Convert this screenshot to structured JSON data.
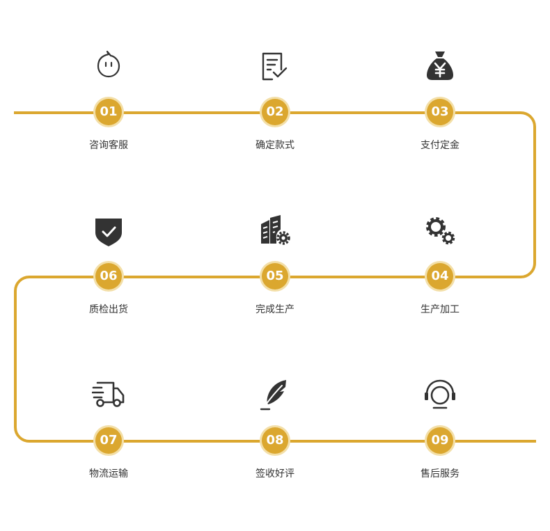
{
  "accent_color": "#dba72f",
  "icon_color": "#333333",
  "steps": [
    {
      "num": "01",
      "label": "咨询客服",
      "icon": "chat-bubble-icon"
    },
    {
      "num": "02",
      "label": "确定款式",
      "icon": "checklist-document-icon"
    },
    {
      "num": "03",
      "label": "支付定金",
      "icon": "money-bag-yen-icon"
    },
    {
      "num": "04",
      "label": "生产加工",
      "icon": "gears-icon"
    },
    {
      "num": "05",
      "label": "完成生产",
      "icon": "factory-building-gear-icon"
    },
    {
      "num": "06",
      "label": "质检出货",
      "icon": "shield-check-icon"
    },
    {
      "num": "07",
      "label": "物流运输",
      "icon": "delivery-truck-icon"
    },
    {
      "num": "08",
      "label": "签收好评",
      "icon": "feather-icon"
    },
    {
      "num": "09",
      "label": "售后服务",
      "icon": "headset-icon"
    }
  ]
}
